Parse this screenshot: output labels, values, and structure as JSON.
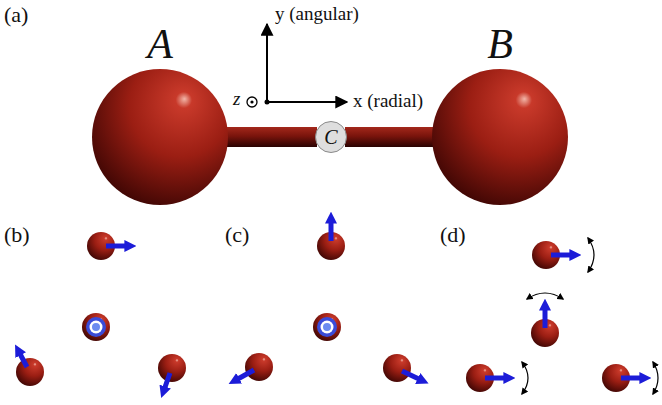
{
  "diagram": {
    "nodes": [
      {
        "text": [
          "A"
        ]
      },
      {
        "text": [
          "C"
        ]
      },
      {
        "text": [
          "B"
        ]
      }
    ],
    "edges": [
      {
        "from": 0,
        "to": 1,
        "arrow": "none"
      },
      {
        "from": 1,
        "to": 2,
        "arrow": "none"
      }
    ],
    "labels": [
      "(a)",
      "y (angular)",
      "x (radial)",
      "z",
      "(b)",
      "(c)",
      "(d)"
    ]
  }
}
